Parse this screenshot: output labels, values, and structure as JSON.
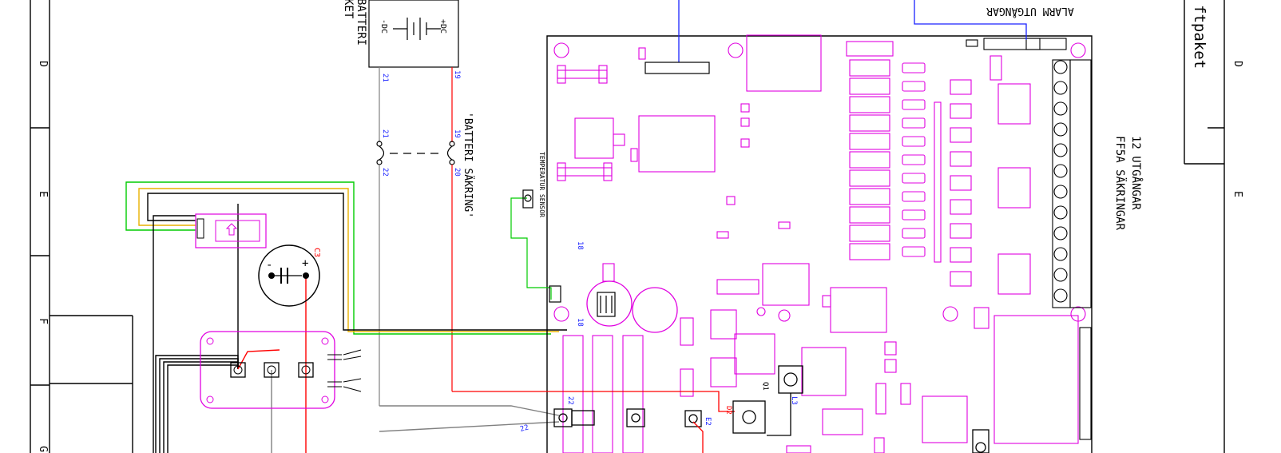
{
  "zones": [
    "D",
    "E",
    "F",
    "G"
  ],
  "zones_right": [
    "D",
    "E"
  ],
  "battery_box": {
    "title": "BATTERI\nKET",
    "neg": "-DC",
    "pos": "+DC"
  },
  "battery_fuse": {
    "label": "'BATTERI SÄKRING'"
  },
  "wire_numbers": {
    "w21": "21",
    "w19": "19",
    "w20": "20",
    "w22": "22",
    "w18": "18",
    "w18b": "18"
  },
  "temp_sensor": "TEMPERATUR SENSOR",
  "alarm_outputs": "ALARM UTGÅNGAR",
  "outputs_12": {
    "line1": "12 UTGÅNGAR",
    "line2": "FF5A SÄKRINGAR"
  },
  "title_block_text": "ftpaket",
  "capacitor": {
    "designator": "C3",
    "neg": "-",
    "pos": "+"
  },
  "board_labels": {
    "e2": "E2",
    "d2": "D2",
    "l3": "L3",
    "q1": "Q1"
  },
  "colors": {
    "board": "#e000e0",
    "wire_red": "#ff0000",
    "wire_blue": "#1a22ff",
    "wire_green": "#00cc00",
    "wire_yellow": "#e8b000",
    "wire_black": "#000000",
    "wire_gray": "#808080"
  }
}
